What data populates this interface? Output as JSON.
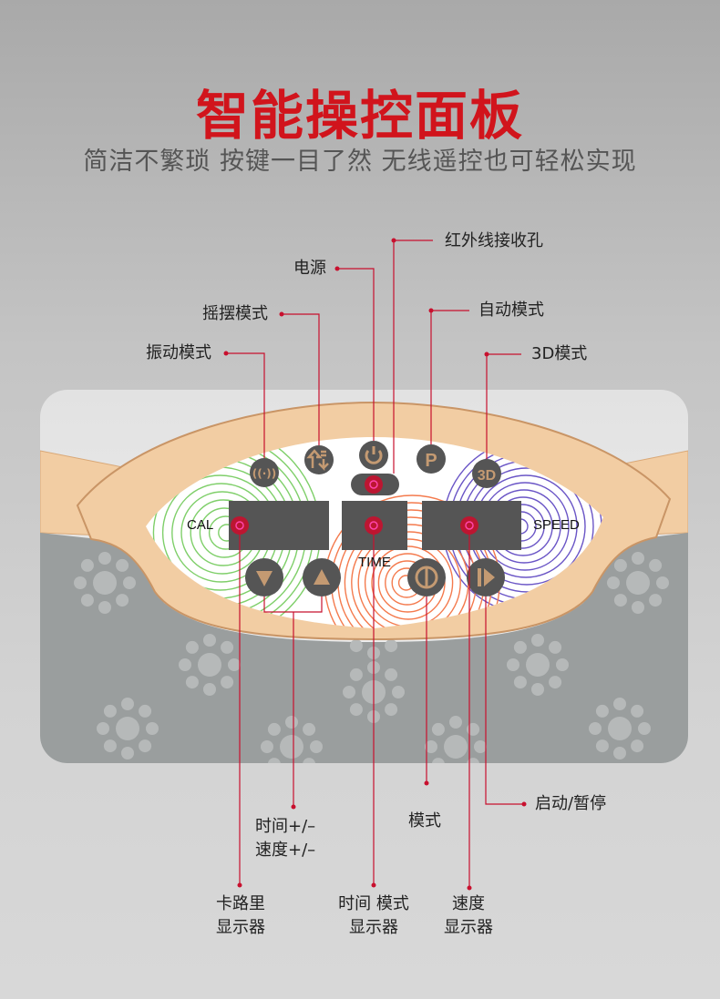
{
  "header": {
    "title": "智能操控面板",
    "subtitle": "简洁不繁琐 按键一目了然 无线遥控也可轻松实现"
  },
  "panel": {
    "cal_label": "CAL",
    "time_label": "TIME",
    "speed_label": "SPEED",
    "p_button": "P",
    "three_d_button": "3D"
  },
  "callouts": {
    "ir_receiver": "红外线接收孔",
    "power": "电源",
    "swing_mode": "摇摆模式",
    "auto_mode": "自动模式",
    "vibration_mode": "振动模式",
    "mode_3d": "3D模式",
    "start_pause": "启动/暂停",
    "time_plus_minus": "时间+/–",
    "speed_plus_minus": "速度+/–",
    "mode": "模式",
    "cal_display_1": "卡路里",
    "cal_display_2": "显示器",
    "time_mode_display_1": "时间 模式",
    "time_mode_display_2": "显示器",
    "speed_display_1": "速度",
    "speed_display_2": "显示器"
  },
  "colors": {
    "accent": "#d1141c",
    "beige": "#f2cda3",
    "gray_body": "#9a9e9e",
    "button": "#555555",
    "button_glyph": "#c49a72"
  }
}
